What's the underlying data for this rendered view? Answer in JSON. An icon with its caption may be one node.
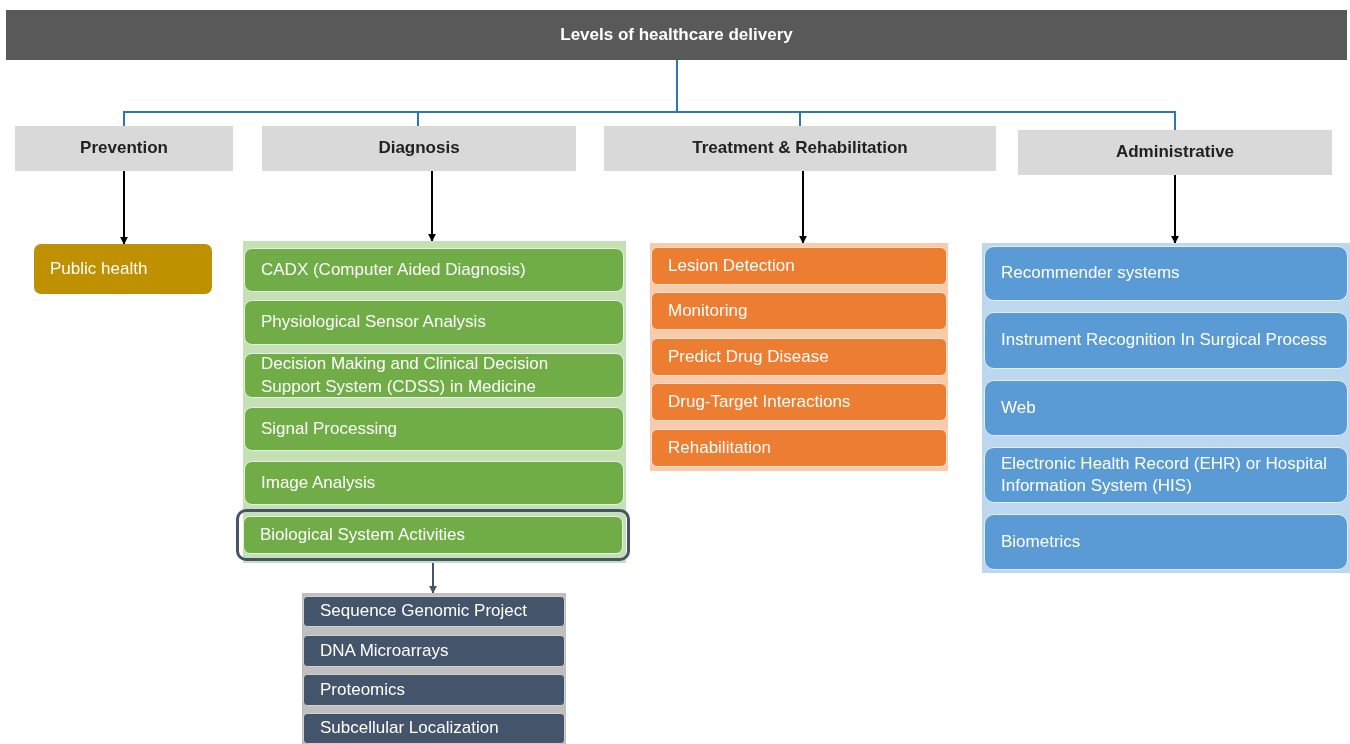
{
  "diagram": {
    "nodes": [
      {
        "text": [
          "Levels of healthcare delivery"
        ]
      },
      {
        "text": [
          "Prevention"
        ]
      },
      {
        "text": [
          "Diagnosis"
        ]
      },
      {
        "text": [
          "Treatment & Rehabilitation"
        ]
      },
      {
        "text": [
          "Administrative"
        ]
      },
      {
        "text": [
          "Public health"
        ]
      },
      {
        "text": [],
        "shape": "box"
      },
      {
        "text": [
          "CADX (Computer Aided Diagnosis)"
        ],
        "in": 6
      },
      {
        "text": [
          "Physiological Sensor Analysis"
        ],
        "in": 6
      },
      {
        "text": [
          "Decision Making and Clinical Decision Support System (CDSS) in Medicine"
        ],
        "in": 6
      },
      {
        "text": [
          "Signal Processing"
        ],
        "in": 6
      },
      {
        "text": [
          "Image Analysis"
        ],
        "in": 6
      },
      {
        "text": [
          "Biological System Activities"
        ],
        "in": 6
      },
      {
        "text": [],
        "shape": "box"
      },
      {
        "text": [
          "Lesion Detection"
        ],
        "in": 13
      },
      {
        "text": [
          "Monitoring"
        ],
        "in": 13
      },
      {
        "text": [
          "Predict Drug Disease"
        ],
        "in": 13
      },
      {
        "text": [
          "Drug-Target Interactions"
        ],
        "in": 13
      },
      {
        "text": [
          "Rehabilitation"
        ],
        "in": 13
      },
      {
        "text": [],
        "shape": "box"
      },
      {
        "text": [
          "Recommender systems"
        ],
        "in": 19
      },
      {
        "text": [
          "Instrument Recognition In Surgical Process"
        ],
        "in": 19
      },
      {
        "text": [
          "Web"
        ],
        "in": 19
      },
      {
        "text": [
          "Electronic Health Record (EHR) or Hospital Information System (HIS)"
        ],
        "in": 19
      },
      {
        "text": [
          "Biometrics"
        ],
        "in": 19
      },
      {
        "text": [],
        "shape": "box"
      },
      {
        "text": [
          "Sequence Genomic Project"
        ],
        "in": 25
      },
      {
        "text": [
          "DNA Microarrays"
        ],
        "in": 25
      },
      {
        "text": [
          "Proteomics"
        ],
        "in": 25
      },
      {
        "text": [
          "Subcellular Localization"
        ],
        "in": 25
      }
    ],
    "edges": [
      {
        "from": 0,
        "to": 1,
        "arrow": "none",
        "color": "#2e75b6"
      },
      {
        "from": 0,
        "to": 2,
        "arrow": "none",
        "color": "#2e75b6"
      },
      {
        "from": 0,
        "to": 3,
        "arrow": "none",
        "color": "#2e75b6"
      },
      {
        "from": 0,
        "to": 4,
        "arrow": "none",
        "color": "#2e75b6"
      },
      {
        "from": 1,
        "to": 5,
        "arrow": "to",
        "color": "#000000"
      },
      {
        "from": 2,
        "to": 6,
        "arrow": "to",
        "color": "#000000"
      },
      {
        "from": 3,
        "to": 13,
        "arrow": "to",
        "color": "#000000"
      },
      {
        "from": 4,
        "to": 19,
        "arrow": "to",
        "color": "#000000"
      },
      {
        "from": 12,
        "to": 25,
        "arrow": "to",
        "color": "#44546a"
      }
    ]
  }
}
